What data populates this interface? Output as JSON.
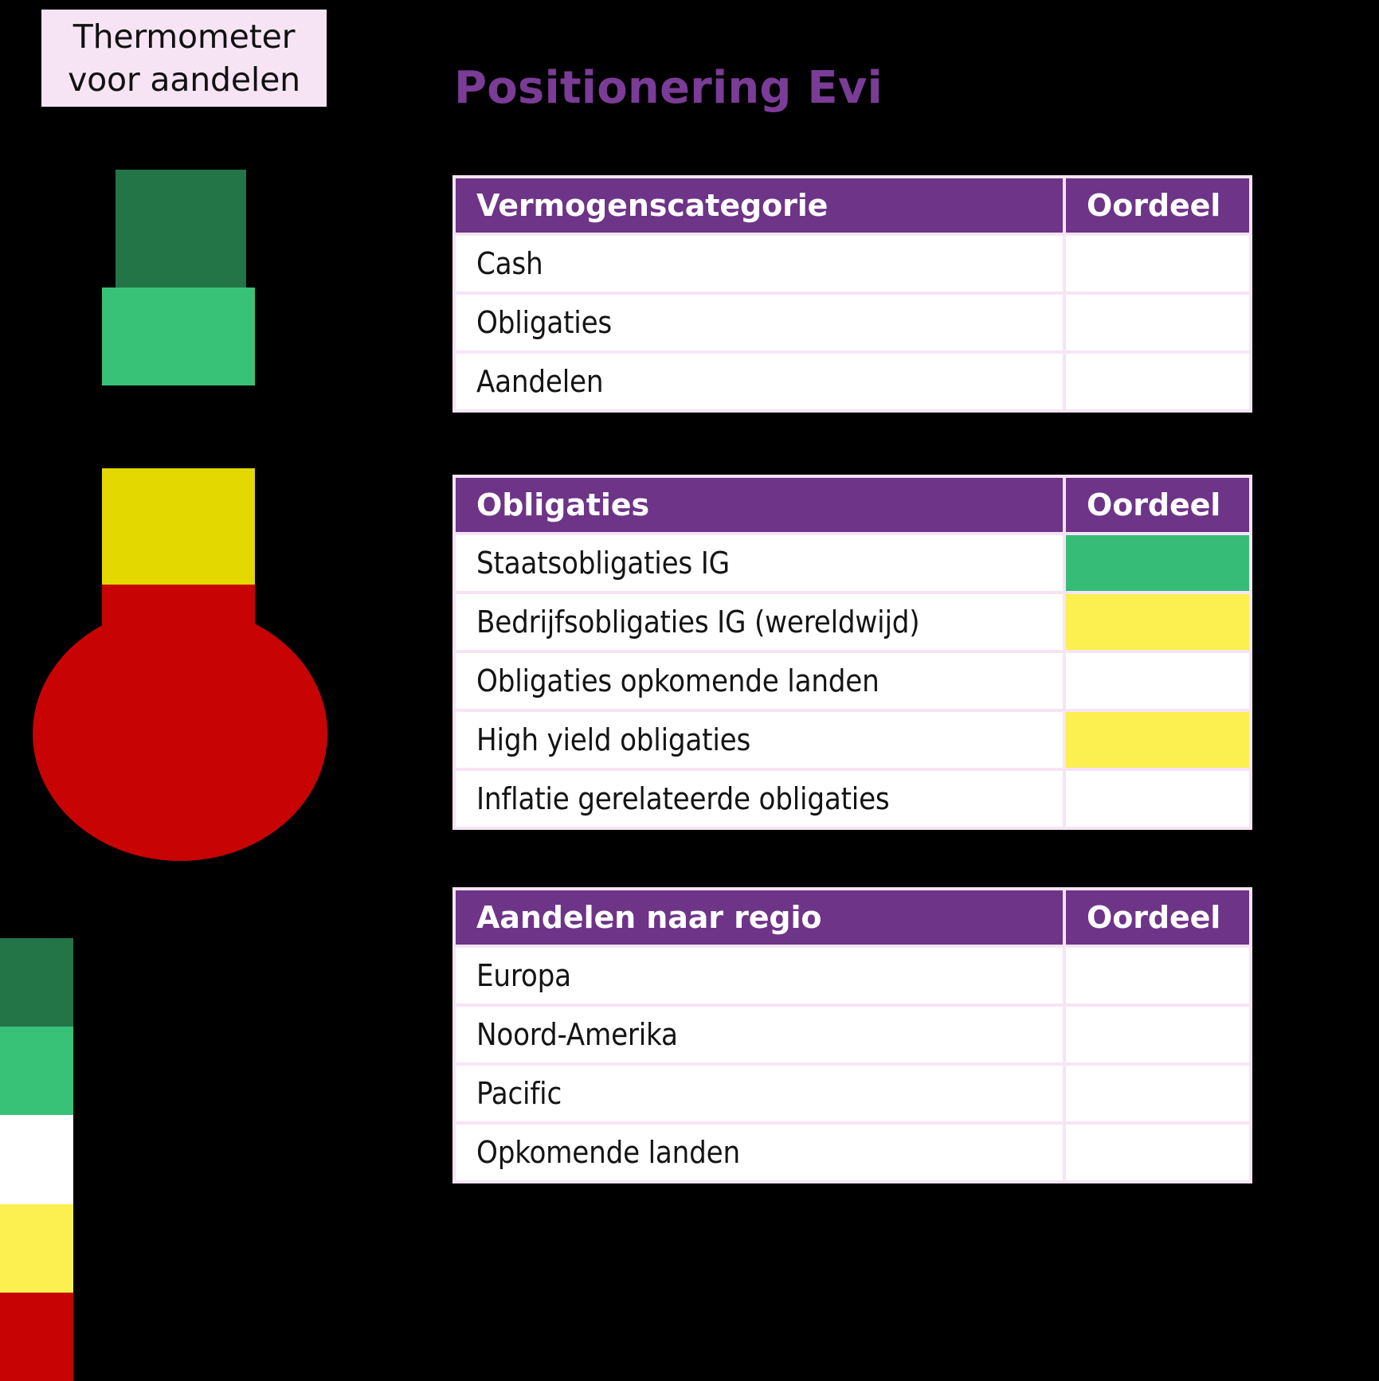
{
  "page": {
    "background": "#000000",
    "title": "Positionering Evi",
    "title_color": "#7A3C96"
  },
  "thermometer": {
    "caption_line1": "Thermometer",
    "caption_line2": "voor aandelen",
    "caption_background": "#F6E4F5",
    "segments": [
      {
        "name": "dark-green",
        "color": "#237447"
      },
      {
        "name": "green",
        "color": "#38C277"
      },
      {
        "name": "yellow",
        "color": "#E3D800"
      },
      {
        "name": "red",
        "color": "#C80303"
      }
    ],
    "bulb_color": "#C80303"
  },
  "legend": {
    "swatches": [
      {
        "name": "sterk-positief",
        "color": "#237447"
      },
      {
        "name": "positief",
        "color": "#38C277"
      },
      {
        "name": "neutraal",
        "color": "#FFFFFF"
      },
      {
        "name": "negatief",
        "color": "#FBF04F"
      },
      {
        "name": "sterk-negatief",
        "color": "#C80303"
      }
    ]
  },
  "colors": {
    "header_purple": "#6E3488",
    "table_background": "#F6E4F5",
    "cell_white": "#FFFFFF",
    "green": "#36BC76",
    "yellow": "#FBF04F",
    "red": "#C80303"
  },
  "tables": [
    {
      "id": "vermogenscategorie",
      "header": {
        "label": "Vermogenscategorie",
        "oordeel": "Oordeel"
      },
      "rows": [
        {
          "label": "Cash",
          "oordeel_color": "#FFFFFF"
        },
        {
          "label": "Obligaties",
          "oordeel_color": "#FFFFFF"
        },
        {
          "label": "Aandelen",
          "oordeel_color": "#FFFFFF"
        }
      ]
    },
    {
      "id": "obligaties",
      "header": {
        "label": "Obligaties",
        "oordeel": "Oordeel"
      },
      "rows": [
        {
          "label": "Staatsobligaties IG",
          "oordeel_color": "#36BC76"
        },
        {
          "label": "Bedrijfsobligaties IG (wereldwijd)",
          "oordeel_color": "#FBF04F"
        },
        {
          "label": "Obligaties opkomende landen",
          "oordeel_color": "#FFFFFF"
        },
        {
          "label": "High yield obligaties",
          "oordeel_color": "#FBF04F"
        },
        {
          "label": "Inflatie gerelateerde obligaties",
          "oordeel_color": "#FFFFFF"
        }
      ]
    },
    {
      "id": "aandelen-regio",
      "header": {
        "label": "Aandelen naar regio",
        "oordeel": "Oordeel"
      },
      "rows": [
        {
          "label": "Europa",
          "oordeel_color": "#FFFFFF"
        },
        {
          "label": "Noord-Amerika",
          "oordeel_color": "#FFFFFF"
        },
        {
          "label": "Pacific",
          "oordeel_color": "#FFFFFF"
        },
        {
          "label": "Opkomende landen",
          "oordeel_color": "#FFFFFF"
        }
      ]
    }
  ]
}
